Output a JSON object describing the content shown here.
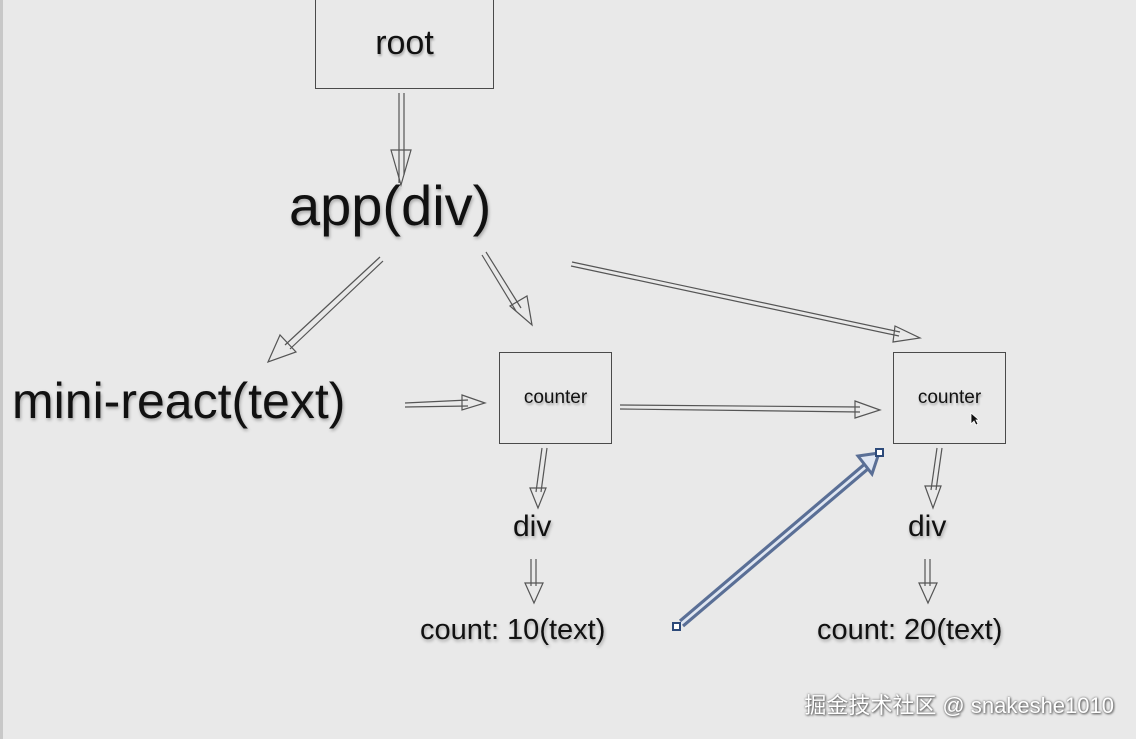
{
  "nodes": {
    "root": "root",
    "app": "app(div)",
    "mini_react": "mini-react(text)",
    "counter_1": "counter",
    "counter_2": "counter",
    "div_1": "div",
    "div_2": "div",
    "count_1": "count: 10(text)",
    "count_2": "count: 20(text)"
  },
  "watermark": "掘金技术社区 @ snakeshe1010",
  "colors": {
    "background": "#e9e9e9",
    "arrow": "#555555",
    "highlight_arrow": "#5a6f96",
    "highlight_fill": "#dfe6f2",
    "box_border": "#4a4a4a",
    "text": "#111111"
  },
  "icons": {
    "pointer": "mouse-pointer-icon"
  }
}
